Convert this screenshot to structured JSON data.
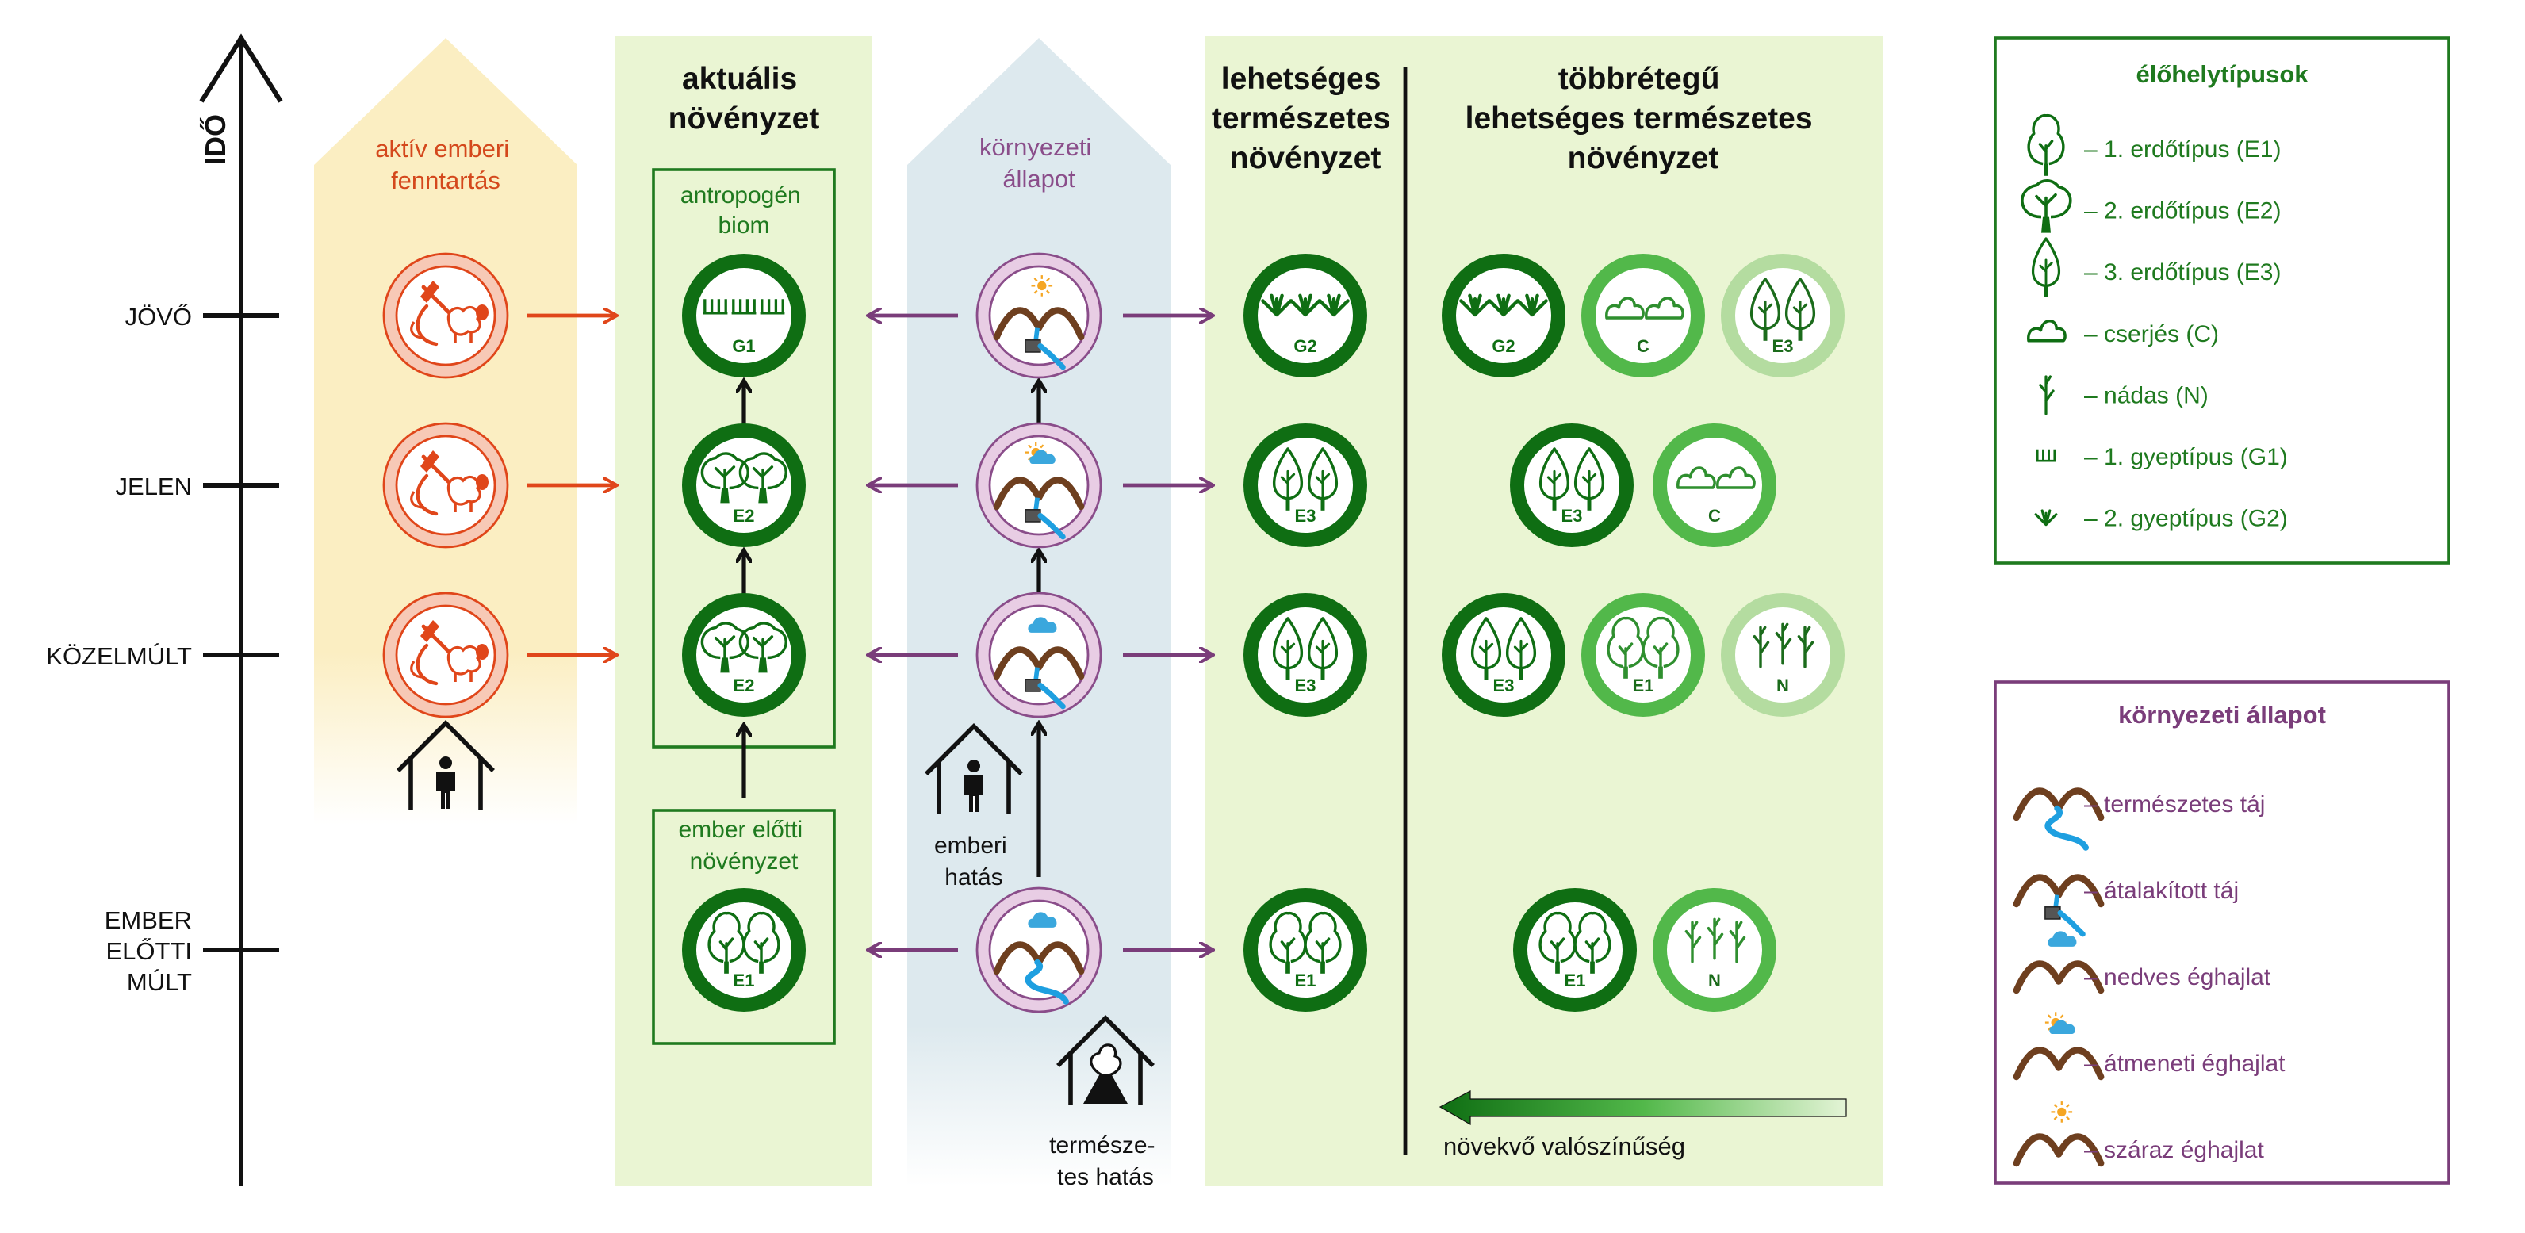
{
  "time_axis": {
    "label": "IDŐ",
    "ticks": [
      {
        "key": "future",
        "label": [
          "JÖVŐ"
        ]
      },
      {
        "key": "present",
        "label": [
          "JELEN"
        ]
      },
      {
        "key": "recent",
        "label": [
          "KÖZELMÚLT"
        ]
      },
      {
        "key": "prehuman",
        "label": [
          "EMBER",
          "ELŐTTI",
          "MÚLT"
        ]
      }
    ]
  },
  "columns": {
    "human": {
      "label": [
        "aktív emberi",
        "fenntartás"
      ]
    },
    "actual": {
      "title": [
        "aktuális",
        "növényzet"
      ],
      "box_anthropogenic": [
        "antropogén",
        "biom"
      ],
      "box_prehuman": [
        "ember előtti",
        "növényzet"
      ]
    },
    "env": {
      "label": [
        "környezeti",
        "állapot"
      ],
      "human_effect": [
        "emberi",
        "hatás"
      ],
      "natural_effect": [
        "természe-",
        "tes hatás"
      ]
    },
    "pnv": {
      "title": [
        "lehetséges",
        "természetes",
        "növényzet"
      ]
    },
    "mpnv": {
      "title": [
        "többrétegű",
        "lehetséges természetes",
        "növényzet"
      ],
      "probability": "növekvő valószínűség"
    }
  },
  "rows": {
    "future": {
      "actual": "G1",
      "env": "dry",
      "pnv": "G2",
      "mpnv": [
        {
          "label": "G2",
          "level": 1
        },
        {
          "label": "C",
          "level": 2
        },
        {
          "label": "E3",
          "level": 3
        }
      ]
    },
    "present": {
      "actual": "E2",
      "env": "transitional",
      "pnv": "E3",
      "mpnv": [
        {
          "label": "E3",
          "level": 1
        },
        {
          "label": "C",
          "level": 2
        }
      ]
    },
    "recent": {
      "actual": "E2",
      "env": "wet",
      "pnv": "E3",
      "mpnv": [
        {
          "label": "E3",
          "level": 1
        },
        {
          "label": "E1",
          "level": 2
        },
        {
          "label": "N",
          "level": 3
        }
      ]
    },
    "prehuman": {
      "actual": "E1",
      "env": "wet-natural",
      "pnv": "E1",
      "mpnv": [
        {
          "label": "E1",
          "level": 1
        },
        {
          "label": "N",
          "level": 2
        }
      ]
    }
  },
  "legend_habitat": {
    "title": "élőhelytípusok",
    "items": [
      {
        "icon": "E1",
        "text": "–  1. erdőtípus (E1)"
      },
      {
        "icon": "E2",
        "text": "–  2. erdőtípus (E2)"
      },
      {
        "icon": "E3",
        "text": "–  3. erdőtípus (E3)"
      },
      {
        "icon": "C",
        "text": "–  cserjés (C)"
      },
      {
        "icon": "N",
        "text": "–  nádas (N)"
      },
      {
        "icon": "G1",
        "text": "–  1. gyeptípus (G1)"
      },
      {
        "icon": "G2",
        "text": "–  2. gyeptípus (G2)"
      }
    ]
  },
  "legend_env": {
    "title": "környezeti állapot",
    "items": [
      {
        "icon": "natural",
        "text": "–  természetes táj"
      },
      {
        "icon": "modified",
        "text": "–  átalakított táj"
      },
      {
        "icon": "wet",
        "text": "–  nedves éghajlat"
      },
      {
        "icon": "transitional",
        "text": "–  átmeneti éghajlat"
      },
      {
        "icon": "dry",
        "text": "–  száraz éghajlat"
      }
    ]
  },
  "colors": {
    "level1": "#0f6e13",
    "level2": "#52b84a",
    "level3": "#b4dca0",
    "human_orange": "#e0461a",
    "env_purple": "#7a3d7a",
    "mountain_brown": "#6e3f1f",
    "water_blue": "#1e9fe0",
    "band_yellow": "#fbeec2",
    "band_green": "#eaf5d3",
    "band_blue": "#dde9ee"
  }
}
